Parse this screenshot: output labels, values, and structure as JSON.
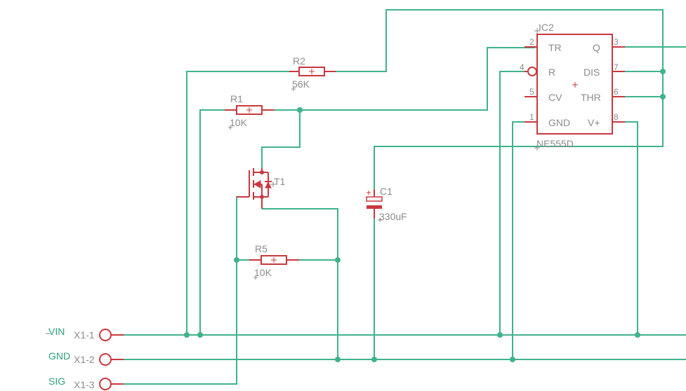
{
  "schematic": {
    "parts": {
      "ic2": {
        "name": "IC2",
        "value": "NE555D",
        "pins": {
          "tr": {
            "num": "2",
            "label": "TR"
          },
          "r": {
            "num": "4",
            "label": "R"
          },
          "cv": {
            "num": "5",
            "label": "CV"
          },
          "gnd": {
            "num": "1",
            "label": "GND"
          },
          "q": {
            "num": "3",
            "label": "Q"
          },
          "dis": {
            "num": "7",
            "label": "DIS"
          },
          "thr": {
            "num": "6",
            "label": "THR"
          },
          "vplus": {
            "num": "8",
            "label": "V+"
          }
        }
      },
      "r2": {
        "name": "R2",
        "value": "56K"
      },
      "r1": {
        "name": "R1",
        "value": "10K"
      },
      "r5": {
        "name": "R5",
        "value": "10K"
      },
      "t1": {
        "name": "T1"
      },
      "c1": {
        "name": "C1",
        "value": "330uF"
      }
    },
    "connector": {
      "pins": [
        {
          "net": "VIN",
          "ref": "X1-1"
        },
        {
          "net": "GND",
          "ref": "X1-2"
        },
        {
          "net": "SIG",
          "ref": "X1-3"
        }
      ]
    },
    "colors": {
      "wire": "#3fb38a",
      "part": "#c8383e",
      "text": "#8c8c8c",
      "net": "#2aa37a"
    }
  }
}
